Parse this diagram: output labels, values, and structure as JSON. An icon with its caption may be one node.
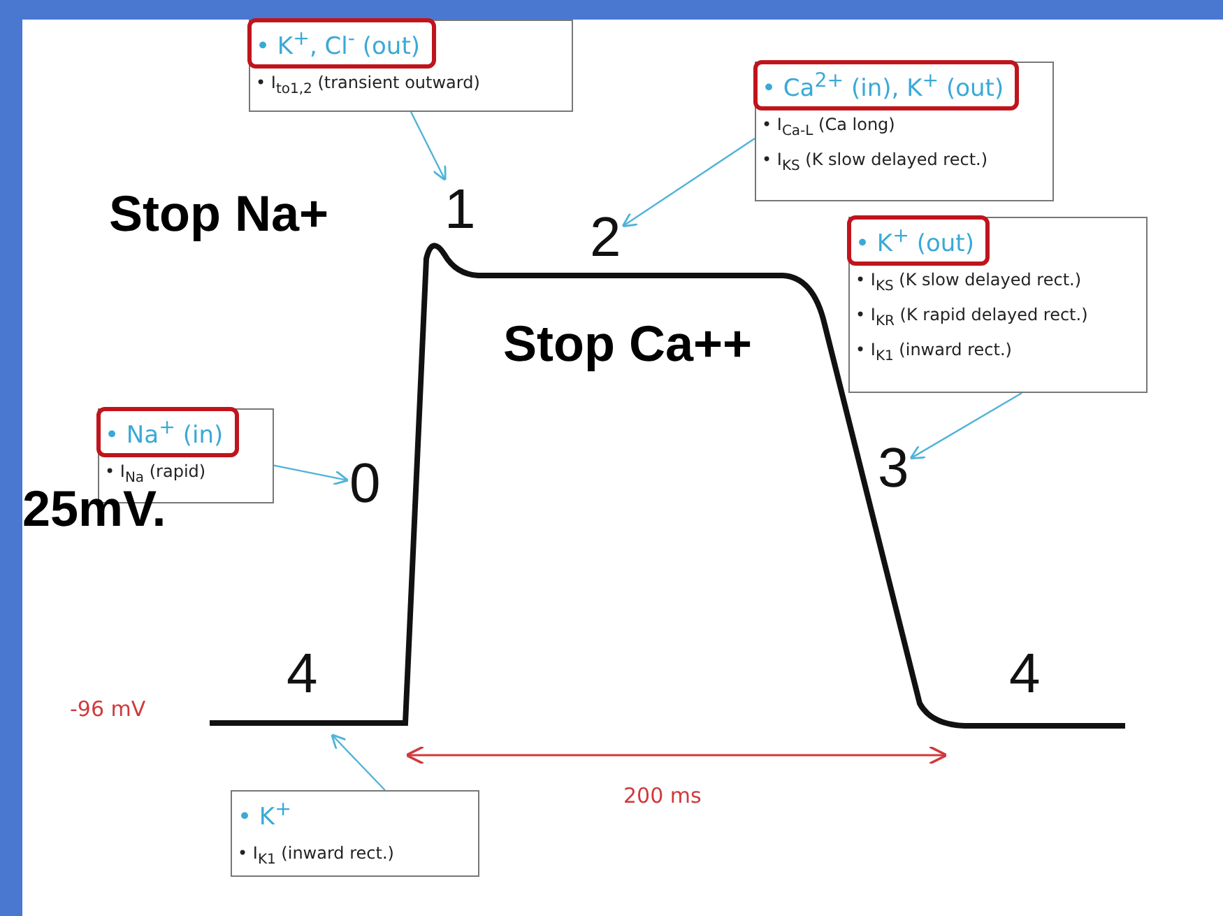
{
  "diagram": {
    "nodes": [
      {
        "text": [
          "• K$^{+}$, Cl$^{-}$ (out)",
          "• I$_{to1,2}$ (transient outward)"
        ]
      },
      {
        "text": [
          "1"
        ]
      },
      {
        "text": [
          "• Ca$^{2+}$ (in), K$^{+}$ (out)",
          "• I$_{Ca-L}$ (Ca long)",
          "• I$_{KS}$ (K slow delayed rect.)"
        ]
      },
      {
        "text": [
          "2"
        ]
      },
      {
        "text": [
          "• K$^{+}$ (out)",
          "• I$_{KS}$ (K slow delayed rect.)",
          "• I$_{KR}$ (K rapid delayed rect.)",
          "• I$_{K1}$ (inward rect.)"
        ]
      },
      {
        "text": [
          "3"
        ]
      },
      {
        "text": [
          "• Na$^{+}$ (in)",
          "• I$_{Na}$ (rapid)"
        ]
      },
      {
        "text": [
          "0"
        ]
      },
      {
        "text": [
          "• K$^{+}$",
          "• I$_{K1}$ (inward rect.)"
        ]
      }
    ],
    "edges": [
      {
        "from": 0,
        "to": 1,
        "arrow": "to"
      },
      {
        "from": 2,
        "to": 3,
        "arrow": "to"
      },
      {
        "from": 4,
        "to": 5,
        "arrow": "to"
      },
      {
        "from": 6,
        "to": 7,
        "arrow": "to"
      },
      {
        "from": 8,
        "to": null,
        "arrow": "to"
      }
    ],
    "labels": [
      "Stop Na+",
      "Stop Ca++",
      "25mV.",
      "4",
      "-96 mV",
      "4",
      "200 ms"
    ]
  }
}
